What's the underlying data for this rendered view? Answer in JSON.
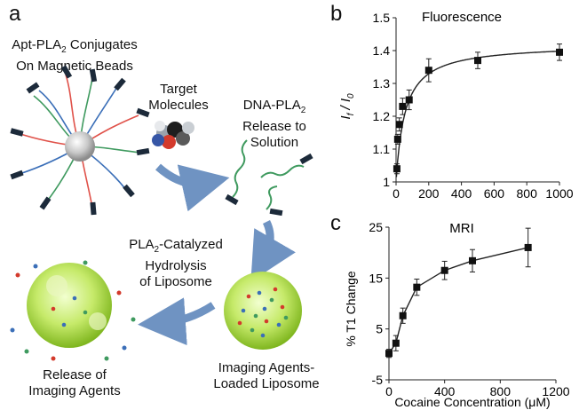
{
  "panels": {
    "a": "a",
    "b": "b",
    "c": "c"
  },
  "schematic": {
    "conjugate_line1_pre": "Apt-PLA",
    "conjugate_line1_sub": "2",
    "conjugate_line1_post": " Conjugates",
    "conjugate_line2": "On Magnetic Beads",
    "target_line1": "Target",
    "target_line2": "Molecules",
    "release_line1_pre": "DNA-PLA",
    "release_line1_sub": "2",
    "release_line2": "Release to",
    "release_line3": "Solution",
    "hydrolysis_line1_pre": "PLA",
    "hydrolysis_line1_sub": "2",
    "hydrolysis_line1_post": "-Catalyzed",
    "hydrolysis_line2": "Hydrolysis",
    "hydrolysis_line3": "of Liposome",
    "loaded_line1": "Imaging Agents-",
    "loaded_line2": "Loaded Liposome",
    "released_line1": "Release of",
    "released_line2": "Imaging Agents"
  },
  "chart_data": [
    {
      "type": "scatter",
      "title": "Fluorescence",
      "ylabel": "If / I0",
      "ylabel_parts": {
        "a": "I",
        "a_sub": "f",
        "sep": " / ",
        "b": "I",
        "b_sub": "0"
      },
      "xlim": [
        0,
        1000
      ],
      "ylim": [
        1,
        1.5
      ],
      "xticks": [
        0,
        200,
        400,
        600,
        800,
        1000
      ],
      "yticks": [
        1,
        1.1,
        1.2,
        1.3,
        1.4,
        1.5
      ],
      "ytick_labels": [
        "1",
        "1.1",
        "1.2",
        "1.3",
        "1.4",
        "1.5"
      ],
      "points": [
        {
          "x": 5,
          "y": 1.04,
          "err": 0.015
        },
        {
          "x": 10,
          "y": 1.13,
          "err": 0.015
        },
        {
          "x": 20,
          "y": 1.175,
          "err": 0.02
        },
        {
          "x": 40,
          "y": 1.23,
          "err": 0.025
        },
        {
          "x": 80,
          "y": 1.25,
          "err": 0.03
        },
        {
          "x": 200,
          "y": 1.34,
          "err": 0.035
        },
        {
          "x": 500,
          "y": 1.37,
          "err": 0.025
        },
        {
          "x": 1000,
          "y": 1.395,
          "err": 0.025
        }
      ],
      "fit_curve": true
    },
    {
      "type": "line",
      "title": "MRI",
      "ylabel": "% T1 Change",
      "xlabel": "Cocaine Concentration (μM)",
      "xlim": [
        0,
        1200
      ],
      "ylim": [
        -5,
        25
      ],
      "xticks": [
        0,
        400,
        800,
        1200
      ],
      "yticks": [
        -5,
        5,
        15,
        25
      ],
      "points": [
        {
          "x": 0,
          "y": 0.2,
          "err": 0.8
        },
        {
          "x": 50,
          "y": 2.2,
          "err": 1.5
        },
        {
          "x": 100,
          "y": 7.6,
          "err": 1.5
        },
        {
          "x": 200,
          "y": 13.2,
          "err": 1.6
        },
        {
          "x": 400,
          "y": 16.5,
          "err": 1.8
        },
        {
          "x": 600,
          "y": 18.4,
          "err": 2.2
        },
        {
          "x": 1000,
          "y": 21.0,
          "err": 3.8
        }
      ]
    }
  ]
}
